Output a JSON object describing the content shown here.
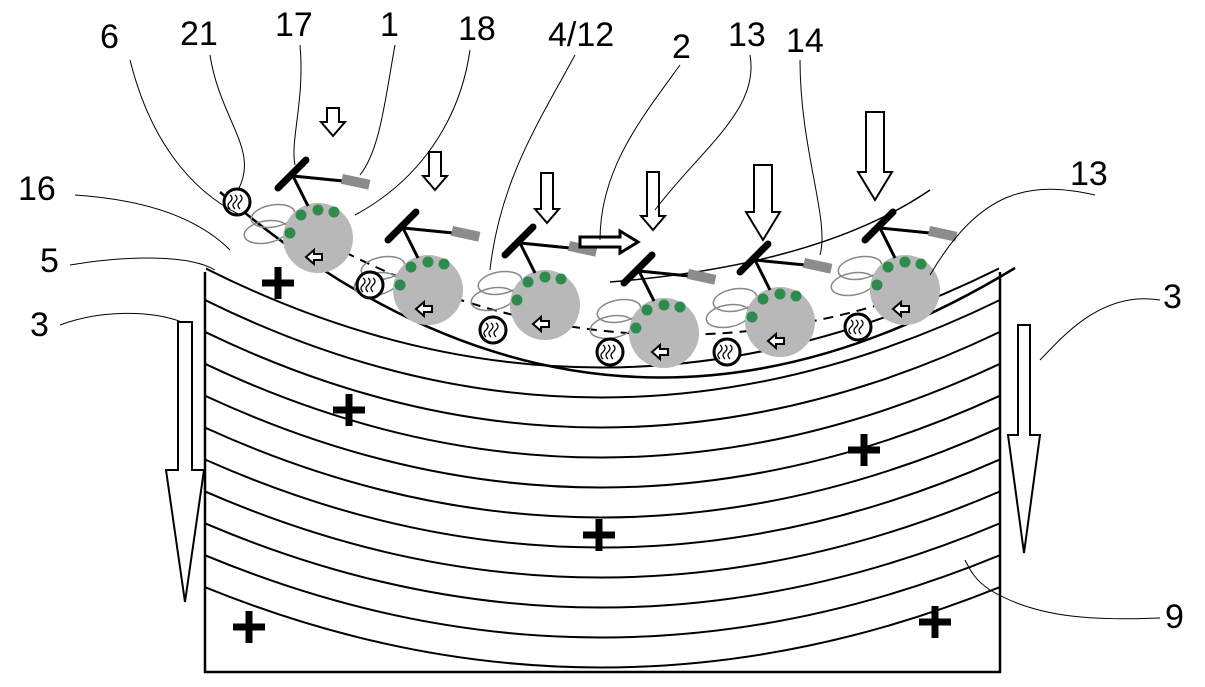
{
  "labels": {
    "l6": "6",
    "l21": "21",
    "l17": "17",
    "l1": "1",
    "l18": "18",
    "l4_12": "4/12",
    "l2": "2",
    "l13a": "13",
    "l14": "14",
    "l13b": "13",
    "l16": "16",
    "l5": "5",
    "l3a": "3",
    "l3b": "3",
    "l9": "9"
  },
  "colors": {
    "line": "#000000",
    "disk": "#b8b8b8",
    "dot": "#2e8b4e",
    "bar": "#8c8c8c"
  }
}
